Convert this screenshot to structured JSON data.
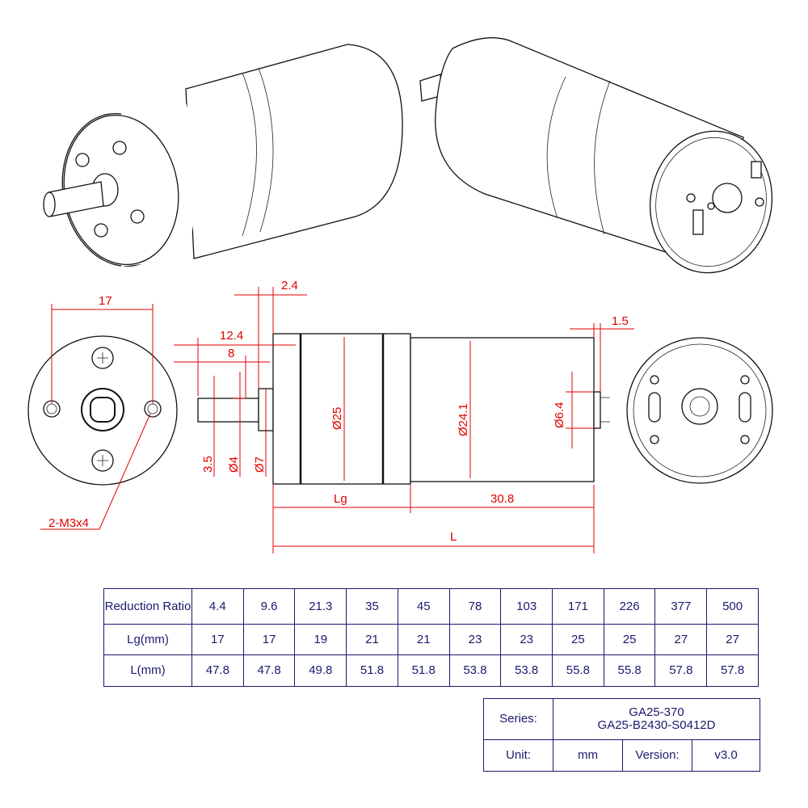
{
  "drawing": {
    "dims": {
      "d17": "17",
      "d2_4": "2.4",
      "d12_4": "12.4",
      "d8": "8",
      "d3_5": "3.5",
      "phi4": "Ø4",
      "phi7": "Ø7",
      "phi25": "Ø25",
      "phi24_1": "Ø24.1",
      "phi6_4": "Ø6.4",
      "d1_5": "1.5",
      "lg": "Lg",
      "d30_8": "30.8",
      "l": "L",
      "holes": "2-M3x4"
    },
    "line_color": "#e00000"
  },
  "ratio_table": {
    "row_headers": [
      "Reduction Ratio",
      "Lg(mm)",
      "L(mm)"
    ],
    "ratio": [
      "4.4",
      "9.6",
      "21.3",
      "35",
      "45",
      "78",
      "103",
      "171",
      "226",
      "377",
      "500"
    ],
    "lg": [
      "17",
      "17",
      "19",
      "21",
      "21",
      "23",
      "23",
      "25",
      "25",
      "27",
      "27"
    ],
    "l": [
      "47.8",
      "47.8",
      "49.8",
      "51.8",
      "51.8",
      "53.8",
      "53.8",
      "55.8",
      "55.8",
      "57.8",
      "57.8"
    ]
  },
  "title_block": {
    "series_label": "Series:",
    "series_line1": "GA25-370",
    "series_line2": "GA25-B2430-S0412D",
    "unit_label": "Unit:",
    "unit_value": "mm",
    "version_label": "Version:",
    "version_value": "v3.0"
  }
}
